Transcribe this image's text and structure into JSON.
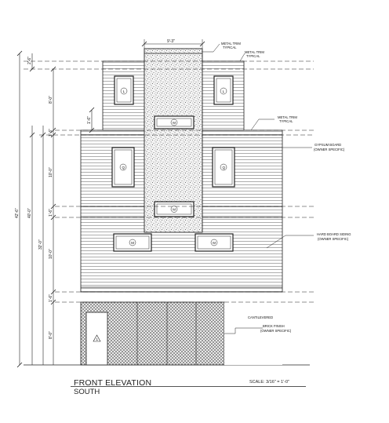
{
  "title": "FRONT ELEVATION",
  "subtitle": "SOUTH",
  "scale": "SCALE: 3/16\" = 1'-0\"",
  "dimensions": {
    "overall": "42'-6\"",
    "upper_total": "40'-0\"",
    "middle_total": "32'-0\"",
    "parapet": "2'-6\"",
    "top_floor": "8'-0\"",
    "step": "1'-6\"",
    "floor_joist_1": "1'-6\"",
    "third_floor": "10'-0\"",
    "floor_joist_2": "1'-6\"",
    "second_floor": "10'-0\"",
    "floor_joist_3": "1'-6\"",
    "ground_floor": "8'-0\"",
    "chimney_width": "9'-3\""
  },
  "notes": {
    "metal_trim_1": [
      "METAL TRIM",
      "TYPICAL"
    ],
    "metal_trim_2": [
      "METAL TRIM",
      "TYPICAL"
    ],
    "metal_trim_3": [
      "METAL TRIM",
      "TYPICAL"
    ],
    "gypsum": [
      "GYPSUM BOARD",
      "(OWNER SPECIFIC)"
    ],
    "hardboard": [
      "HARD BOARD SIDING",
      "(OWNER SPECIFIC)"
    ],
    "cantilevered": "CANTILEVERED",
    "brick": [
      "BRICK FINISH",
      "(OWNER SPECIFIC)"
    ]
  },
  "tags": {
    "window_L": "L",
    "window_M": "M",
    "window_Q": "Q",
    "door": "1"
  }
}
